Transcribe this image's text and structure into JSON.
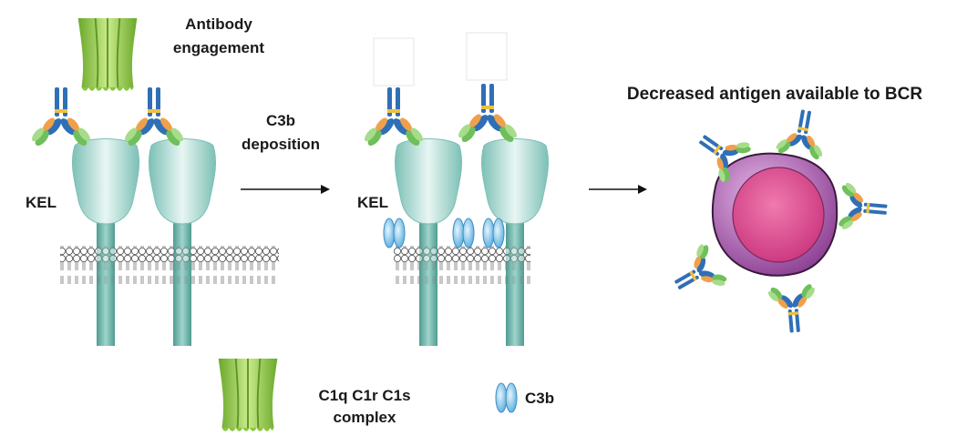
{
  "labels": {
    "antibody_engagement_line1": "Antibody",
    "antibody_engagement_line2": "engagement",
    "c3b_deposition_line1": "C3b",
    "c3b_deposition_line2": "deposition",
    "kel_left": "KEL",
    "kel_middle": "KEL",
    "decreased_antigen": "Decreased antigen available to BCR",
    "legend_complex_line1": "C1q C1r C1s",
    "legend_complex_line2": "complex",
    "legend_c3b": "C3b"
  },
  "colors": {
    "kel_protein": "#a9d8cf",
    "kel_stalk": "#6fb3a9",
    "antibody_blue": "#2f6fb6",
    "antibody_orange": "#f0a04a",
    "antibody_green": "#6fbf5a",
    "c1_complex": "#8cc63f",
    "c3b": "#7cc3ea",
    "cell_outer": "#a65aa8",
    "cell_nucleus": "#e0508f"
  }
}
